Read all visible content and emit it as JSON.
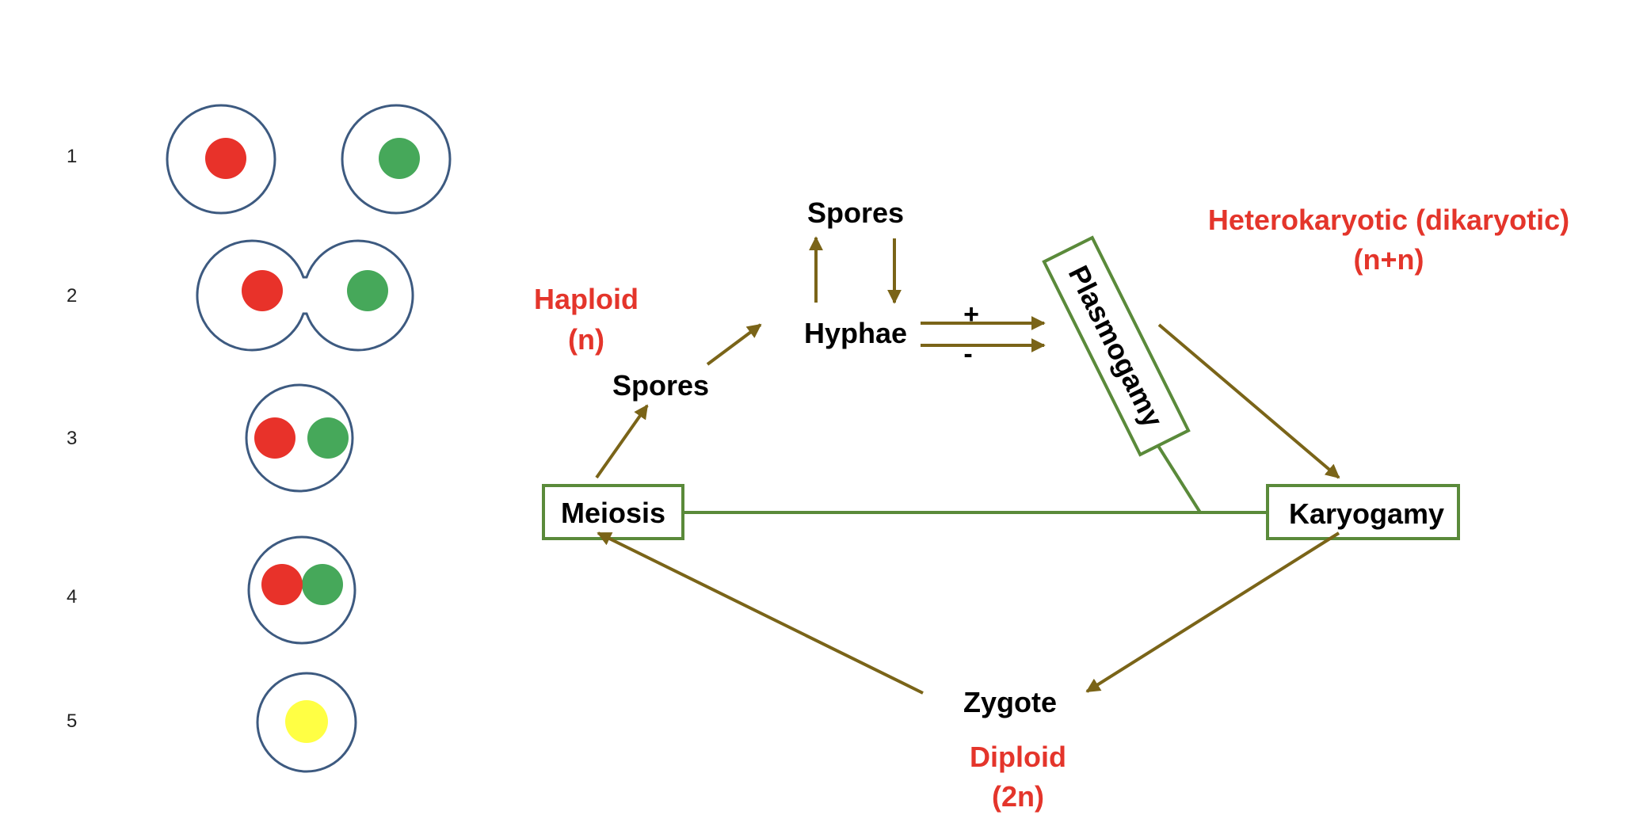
{
  "colors": {
    "cell_outline": "#3d5a80",
    "nucleus_red": "#e8322a",
    "nucleus_green": "#46a85a",
    "nucleus_yellow": "#ffff44",
    "arrow": "#7a6418",
    "box_outline": "#5a8a3a",
    "label_red": "#e4352b"
  },
  "stages": [
    {
      "number": "1",
      "state": "two separate haploid cells"
    },
    {
      "number": "2",
      "state": "cells fusing"
    },
    {
      "number": "3",
      "state": "fused cell, two nuclei"
    },
    {
      "number": "4",
      "state": "nuclei fusing"
    },
    {
      "number": "5",
      "state": "single diploid nucleus"
    }
  ],
  "cycle": {
    "spores_top": "Spores",
    "hyphae": "Hyphae",
    "plus_sign": "+",
    "minus_sign": "-",
    "plasmogamy": "Plasmogamy",
    "heterokaryotic_line1": "Heterokaryotic (dikaryotic)",
    "heterokaryotic_line2": "(n+n)",
    "haploid_line1": "Haploid",
    "haploid_line2": "(n)",
    "spores_left": "Spores",
    "meiosis": "Meiosis",
    "karyogamy": "Karyogamy",
    "zygote": "Zygote",
    "diploid_line1": "Diploid",
    "diploid_line2": "(2n)"
  }
}
